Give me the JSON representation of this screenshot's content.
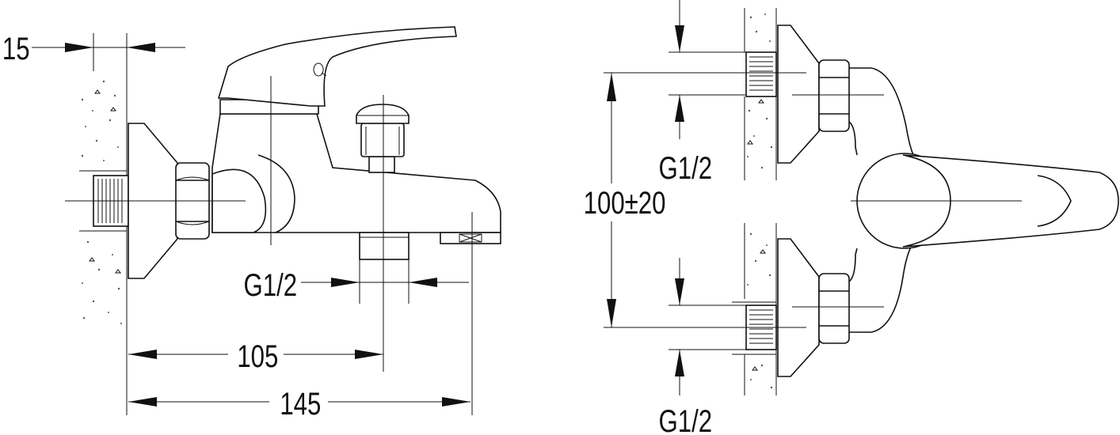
{
  "dimensions": {
    "wall_offset": "15",
    "thread_outlet": "G1/2",
    "spout_axis": "105",
    "overall_length": "145",
    "thread_inlet_top": "G1/2",
    "inlet_spacing": "100±20",
    "thread_inlet_bottom": "G1/2"
  },
  "colors": {
    "line": "#111111",
    "background": "#ffffff"
  }
}
